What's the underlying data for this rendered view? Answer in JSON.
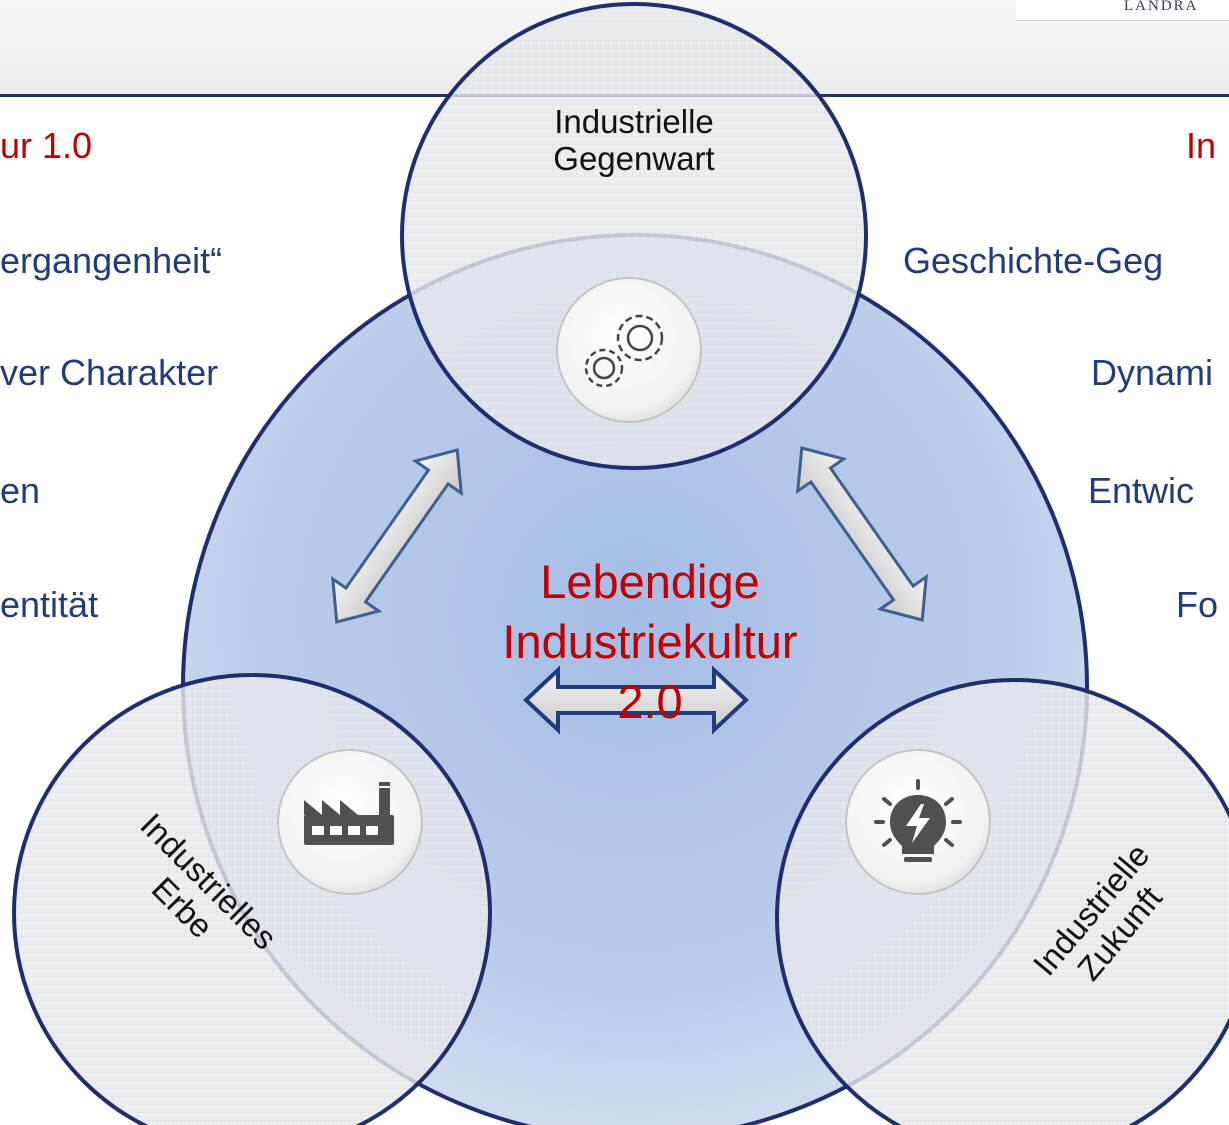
{
  "header": {
    "logo_text": "LANDRA"
  },
  "left_panel": {
    "title": "ur 1.0",
    "items": [
      "ergangenheit“",
      "ver Charakter",
      "en",
      "entität"
    ]
  },
  "right_panel": {
    "title": "In",
    "items": [
      "Geschichte-Geg",
      "Dynami",
      "Entwic",
      "Fo"
    ]
  },
  "center": {
    "line1": "Lebendige",
    "line2": "Industriekultur",
    "line3": "2.0"
  },
  "circles": {
    "top": {
      "line1": "Industrielle",
      "line2": "Gegenwart",
      "icon": "gears-icon"
    },
    "left": {
      "line1": "Industrielles",
      "line2": "Erbe",
      "icon": "factory-icon"
    },
    "right": {
      "line1": "Industrielle",
      "line2": "Zukunft",
      "icon": "lightbulb-icon"
    }
  },
  "colors": {
    "accent_red": "#c00000",
    "text_blue": "#1f3d7a",
    "circle_stroke": "#1f2f6e",
    "big_circle_fill": "#b8cbea",
    "small_circle_fill": "#e6e8ec"
  }
}
